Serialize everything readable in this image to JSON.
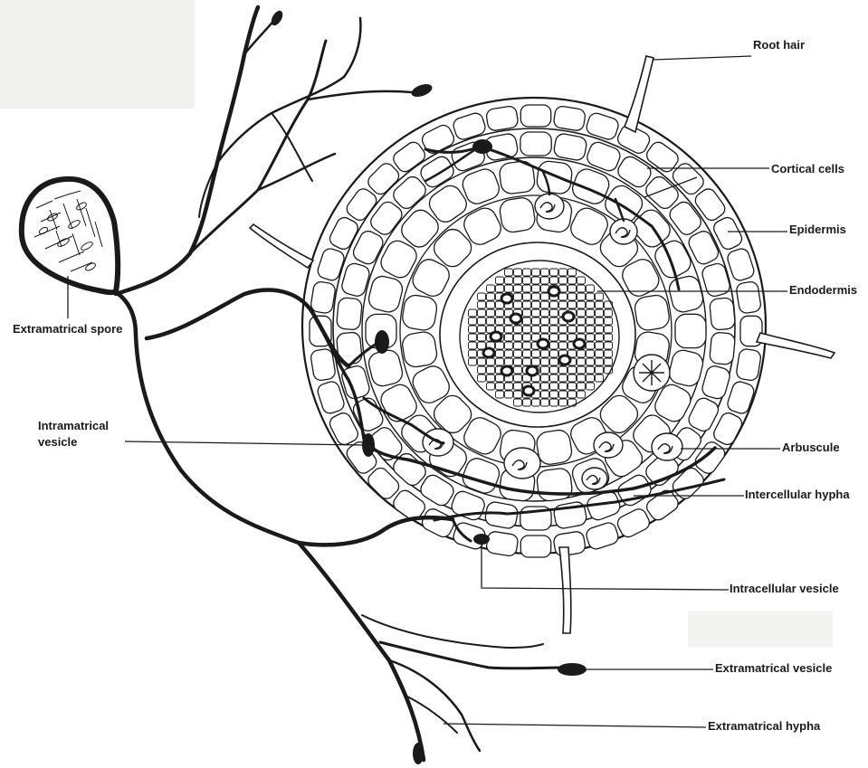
{
  "diagram": {
    "labels": {
      "root_hair": "Root hair",
      "cortical_cells": "Cortical cells",
      "epidermis": "Epidermis",
      "endodermis": "Endodermis",
      "extramatrical_spore": "Extramatrical spore",
      "intramatrical_vesicle_line1": "Intramatrical",
      "intramatrical_vesicle_line2": "vesicle",
      "arbuscule": "Arbuscule",
      "intercellular_hypha": "Intercellular hypha",
      "intracellular_vesicle": "Intracellular vesicle",
      "extramatrical_vesicle": "Extramatrical vesicle",
      "extramatrical_hypha": "Extramatrical hypha"
    },
    "colors": {
      "ink": "#1a1a1a",
      "background": "#ffffff",
      "faint_tint": "#f1f1ef"
    }
  }
}
